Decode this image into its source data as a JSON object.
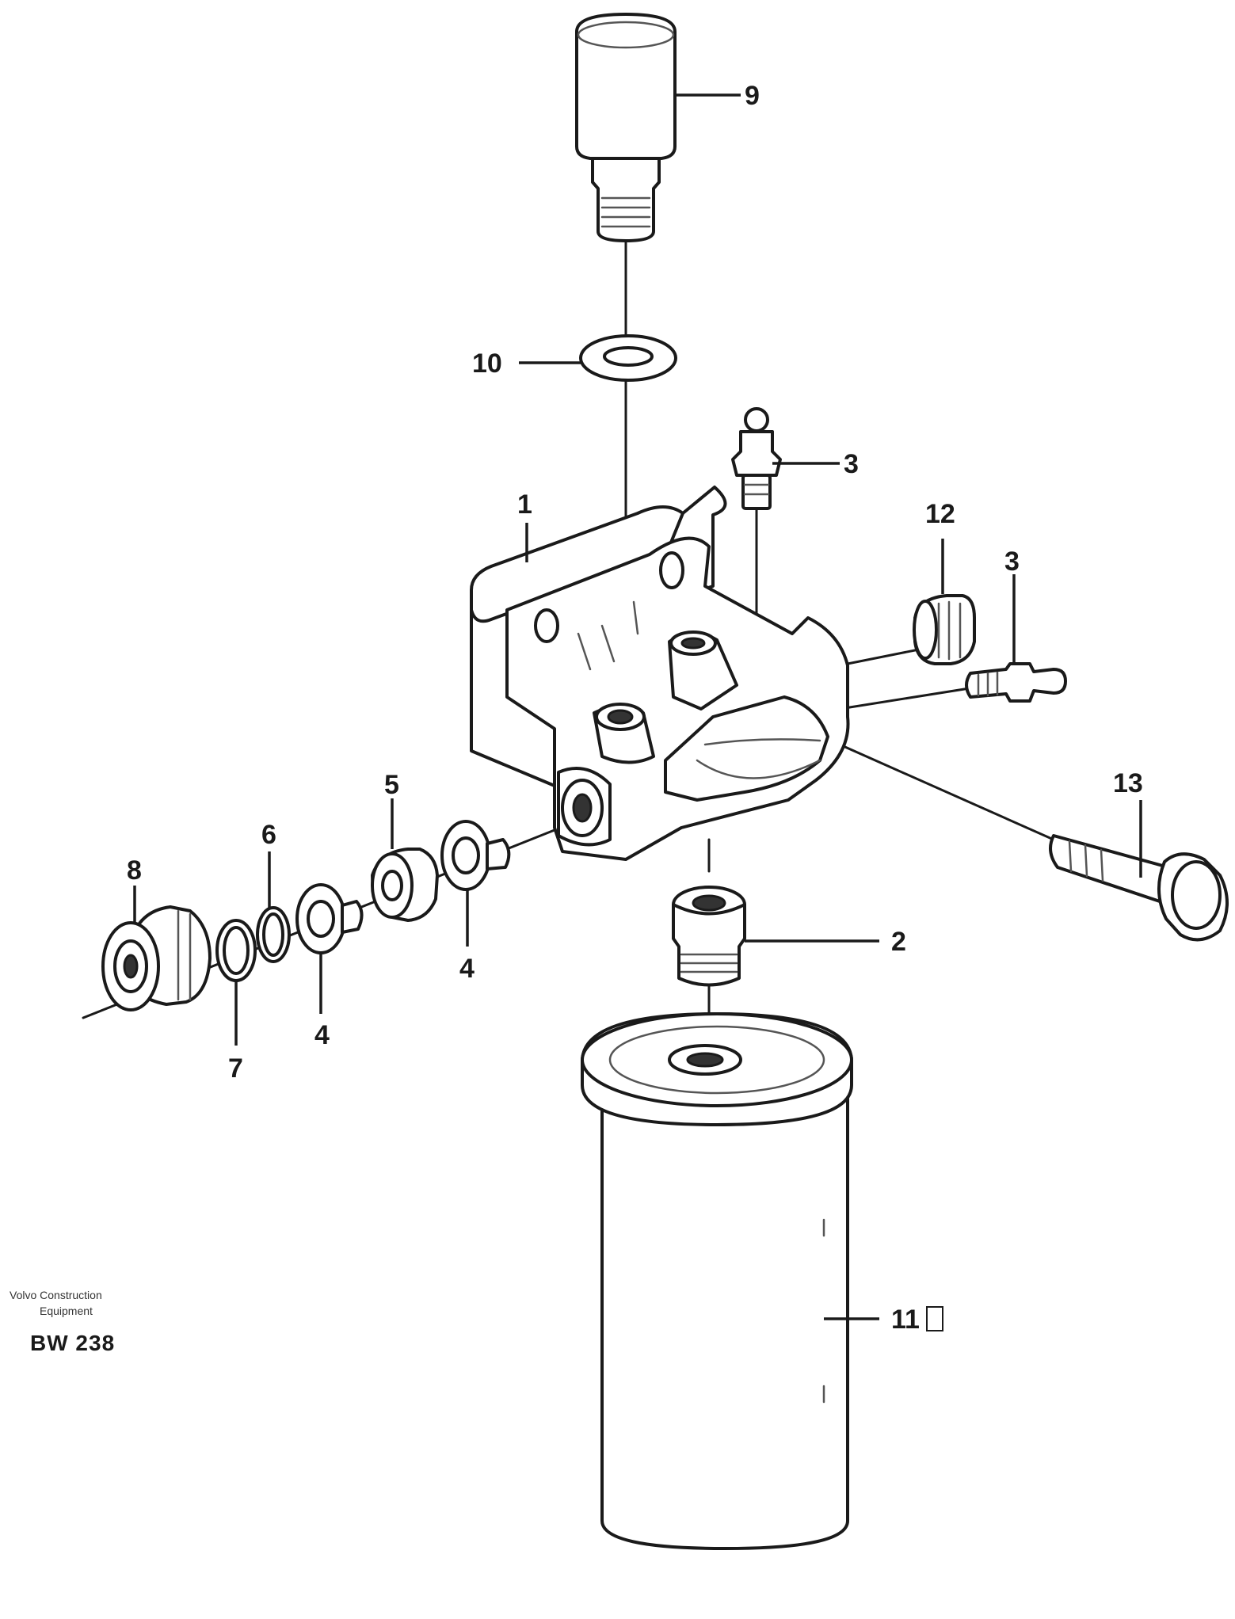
{
  "callouts": {
    "c1": "1",
    "c2": "2",
    "c3a": "3",
    "c3b": "3",
    "c4a": "4",
    "c4b": "4",
    "c5": "5",
    "c6": "6",
    "c7": "7",
    "c8": "8",
    "c9": "9",
    "c10": "10",
    "c11": "11",
    "c12": "12",
    "c13": "13"
  },
  "brand": {
    "line1": "Volvo Construction",
    "line2": "Equipment",
    "code": "BW 238"
  }
}
